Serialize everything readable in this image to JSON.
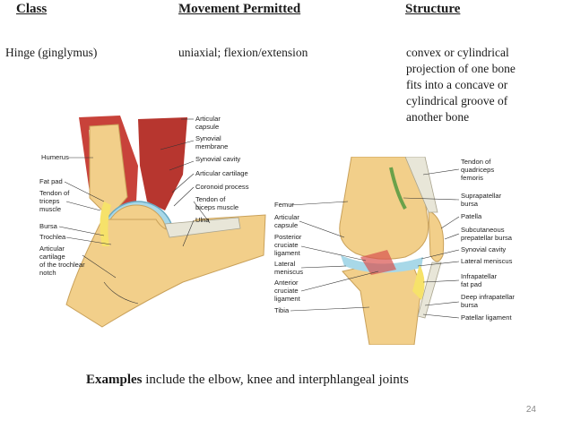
{
  "headers": {
    "class": "Class",
    "movement": "Movement Permitted",
    "structure": "Structure"
  },
  "row": {
    "class": "Hinge (ginglymus)",
    "movement": "uniaxial; flexion/extension",
    "structure_lines": [
      "convex or cylindrical",
      "projection of one bone",
      "fits into a concave or",
      "cylindrical groove of",
      "another bone"
    ]
  },
  "elbow_labels": {
    "right": [
      "Articular",
      "capsule",
      "Synovial",
      "membrane",
      "Synovial cavity",
      "Articular cartilage",
      "Coronoid process",
      "Tendon of",
      "biceps muscle",
      "Ulna"
    ],
    "left": [
      "Humerus",
      "Fat pad",
      "Tendon of",
      "triceps",
      "muscle",
      "Bursa",
      "Trochlea",
      "Articular",
      "cartilage",
      "of the trochlear",
      "notch"
    ]
  },
  "knee_labels": {
    "left": [
      "Femur",
      "Articular",
      "capsule",
      "Posterior",
      "cruciate",
      "ligament",
      "Lateral",
      "meniscus",
      "Anterior",
      "cruciate",
      "ligament",
      "Tibia"
    ],
    "right": [
      "Tendon of",
      "quadriceps",
      "femoris",
      "Suprapatellar",
      "bursa",
      "Patella",
      "Subcutaneous",
      "prepatellar bursa",
      "Synovial cavity",
      "Lateral meniscus",
      "Infrapatellar",
      "fat pad",
      "Deep infrapatellar",
      "bursa",
      "Patellar ligament"
    ]
  },
  "examples": {
    "bold": "Examples",
    "rest": " include the elbow, knee and interphlangeal joints"
  },
  "page_number": "24",
  "colors": {
    "bone": "#f2cf8a",
    "bone_edge": "#c9a15a",
    "muscle": "#c8423a",
    "cartilage": "#a8d8e8",
    "tendon": "#e8e6d8"
  }
}
